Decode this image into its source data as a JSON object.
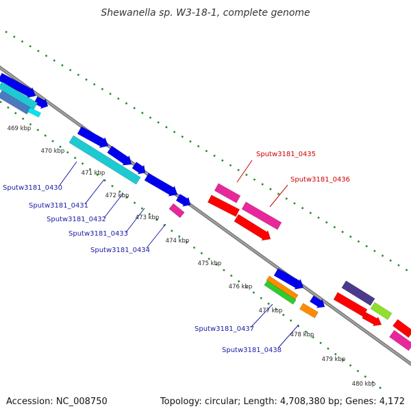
{
  "title": "Shewanella sp. W3-18-1, complete genome",
  "footer": {
    "accession": "Accession: NC_008750",
    "summary": "Topology: circular; Length: 4,708,380 bp; Genes: 4,172"
  },
  "colors": {
    "backbone": "#808080",
    "tick": "#228b22",
    "label_blue": "#1a1aa0",
    "label_red": "#cc0000"
  },
  "ticks": [
    {
      "label": "469 kbp",
      "kbp": 469
    },
    {
      "label": "470 kbp",
      "kbp": 470
    },
    {
      "label": "471 kbp",
      "kbp": 471
    },
    {
      "label": "472 kbp",
      "kbp": 472
    },
    {
      "label": "473 kbp",
      "kbp": 473
    },
    {
      "label": "474 kbp",
      "kbp": 474
    },
    {
      "label": "475 kbp",
      "kbp": 475
    },
    {
      "label": "476 kbp",
      "kbp": 476
    },
    {
      "label": "477 kbp",
      "kbp": 477
    },
    {
      "label": "478 kbp",
      "kbp": 478
    },
    {
      "label": "479 kbp",
      "kbp": 479
    },
    {
      "label": "480 kbp",
      "kbp": 480
    }
  ],
  "gene_labels": [
    {
      "text": "Sputw3181_0430",
      "color": "#1a1aa0"
    },
    {
      "text": "Sputw3181_0431",
      "color": "#1a1aa0"
    },
    {
      "text": "Sputw3181_0432",
      "color": "#1a1aa0"
    },
    {
      "text": "Sputw3181_0433",
      "color": "#1a1aa0"
    },
    {
      "text": "Sputw3181_0434",
      "color": "#1a1aa0"
    },
    {
      "text": "Sputw3181_0435",
      "color": "#cc0000"
    },
    {
      "text": "Sputw3181_0436",
      "color": "#cc0000"
    },
    {
      "text": "Sputw3181_0437",
      "color": "#1a1aa0"
    },
    {
      "text": "Sputw3181_0438",
      "color": "#1a1aa0"
    }
  ],
  "features": [
    {
      "color": "#0000ee"
    },
    {
      "color": "#0000ee"
    },
    {
      "color": "#1ecad2"
    },
    {
      "color": "#4a7ac0"
    },
    {
      "color": "#00e5ee"
    },
    {
      "color": "#0000ee"
    },
    {
      "color": "#0000ee"
    },
    {
      "color": "#1ecad2"
    },
    {
      "color": "#0000ee"
    },
    {
      "color": "#0000ee"
    },
    {
      "color": "#0000ee"
    },
    {
      "color": "#e8289a"
    },
    {
      "color": "#e8289a"
    },
    {
      "color": "#ff0000"
    },
    {
      "color": "#e8289a"
    },
    {
      "color": "#ff0000"
    },
    {
      "color": "#0000ee"
    },
    {
      "color": "#ff8c00"
    },
    {
      "color": "#2ecc2e"
    },
    {
      "color": "#0000ee"
    },
    {
      "color": "#ff8c00"
    },
    {
      "color": "#4b3a8c"
    },
    {
      "color": "#8ee02a"
    },
    {
      "color": "#ff0000"
    },
    {
      "color": "#ff0000"
    },
    {
      "color": "#ff0000"
    },
    {
      "color": "#e8289a"
    }
  ]
}
